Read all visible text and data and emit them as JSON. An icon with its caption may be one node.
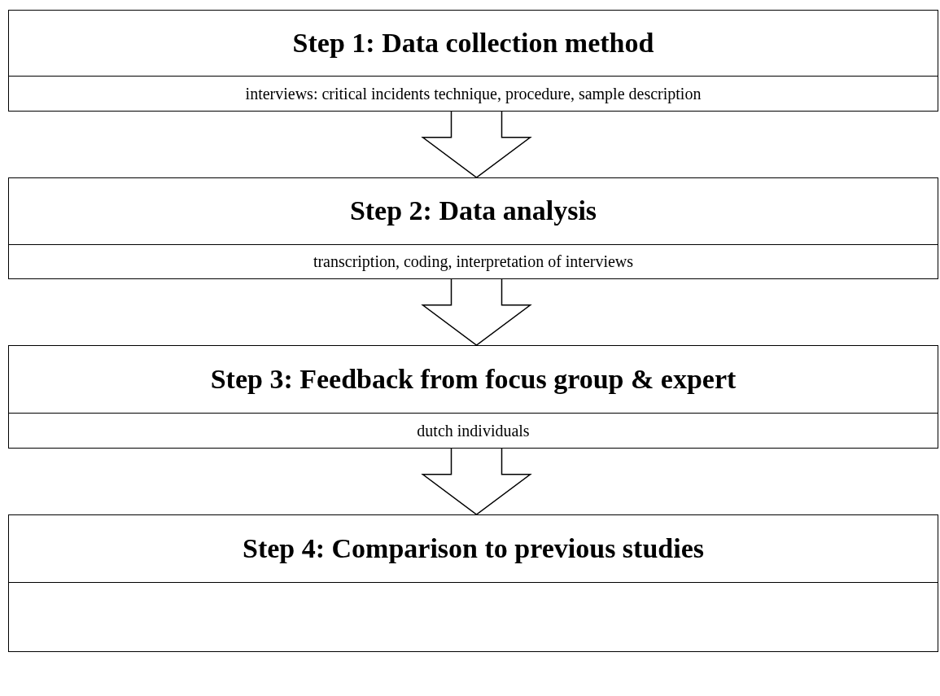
{
  "diagram": {
    "nodes": [
      {
        "text": [
          "Step 1: Data collection method"
        ]
      },
      {
        "text": [
          "interviews: critical incidents technique, procedure, sample description"
        ]
      },
      {
        "text": [
          "Step 2: Data analysis"
        ]
      },
      {
        "text": [
          "transcription, coding, interpretation of interviews"
        ]
      },
      {
        "text": [
          "Step 3: Feedback from focus group & expert"
        ]
      },
      {
        "text": [
          "dutch individuals"
        ]
      },
      {
        "text": [
          "Step 4: Comparison to previous studies"
        ]
      },
      {
        "text": [],
        "shape": "box"
      }
    ],
    "edges": [
      {
        "from": 1,
        "to": 2,
        "arrow": "to"
      },
      {
        "from": 3,
        "to": 4,
        "arrow": "to"
      },
      {
        "from": 5,
        "to": 6,
        "arrow": "to"
      }
    ]
  }
}
